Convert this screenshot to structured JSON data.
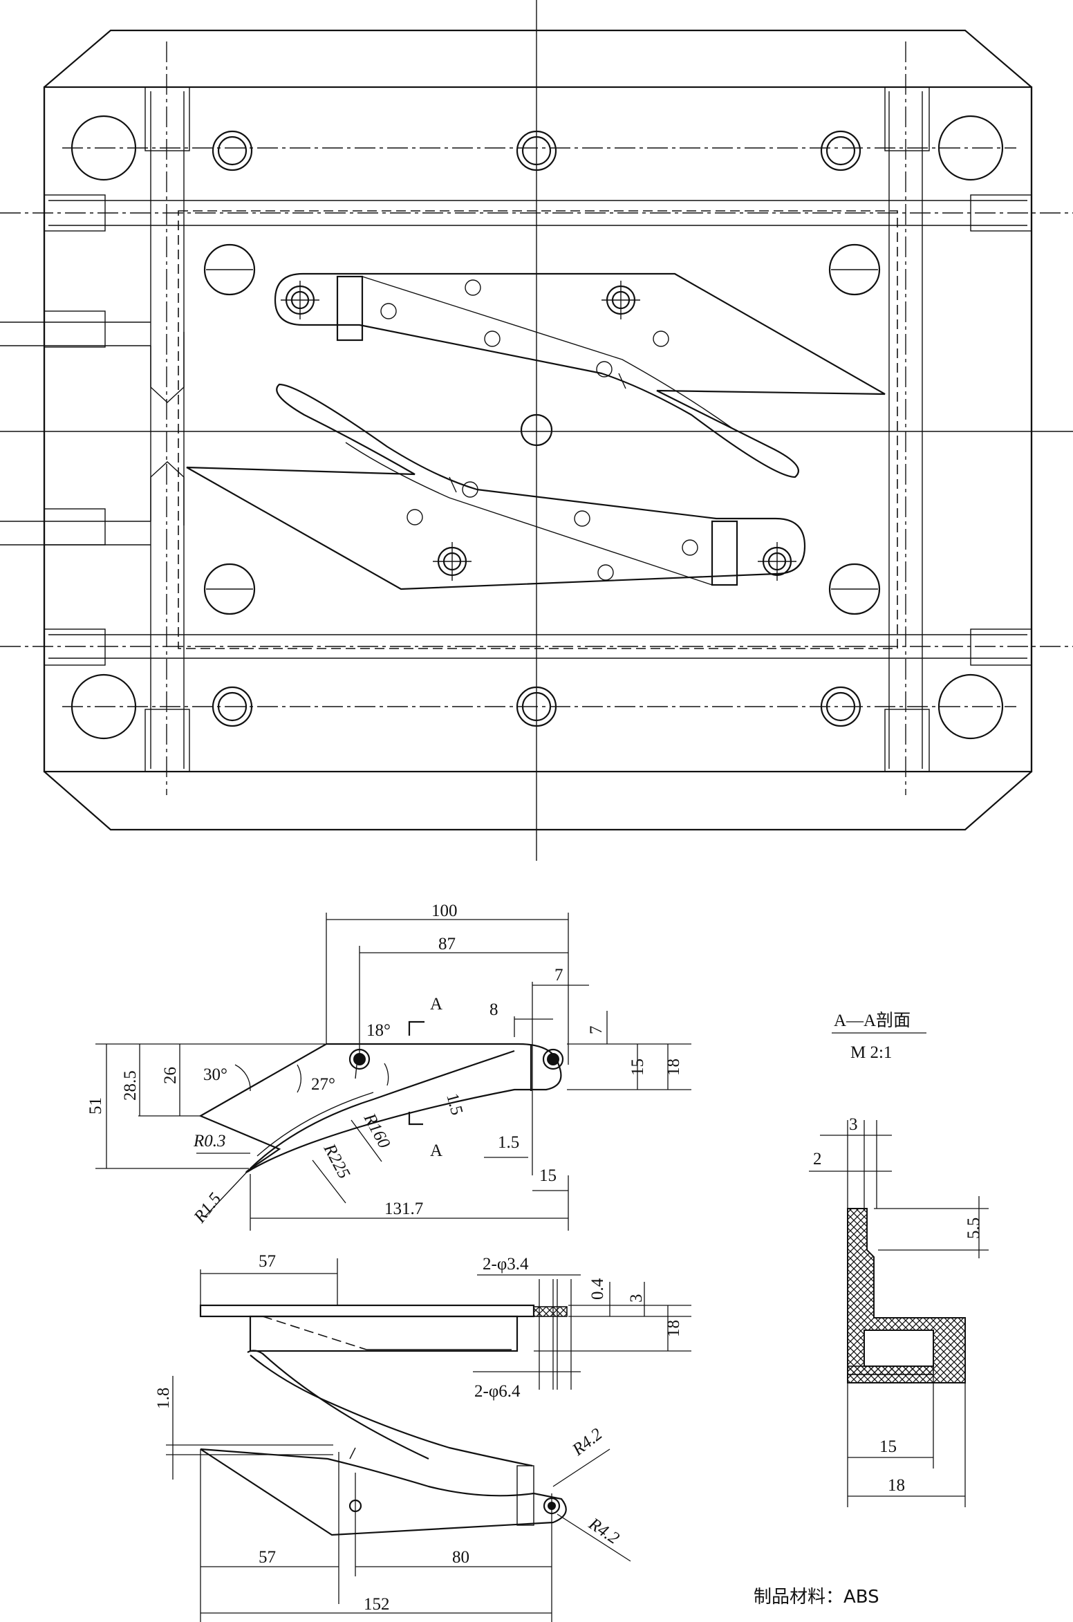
{
  "top_view": {
    "section_marker": "A"
  },
  "dimensions": {
    "d100": "100",
    "d87": "87",
    "d7a": "7",
    "d8": "8",
    "d7b": "7",
    "d15a": "15",
    "d18a": "18",
    "d51": "51",
    "d28_5": "28.5",
    "d26": "26",
    "a30": "30°",
    "a18": "18°",
    "a27": "27°",
    "r0_3": "R0.3",
    "r1_5": "R1.5",
    "r160": "R160",
    "r225": "R225",
    "d1_5a": "1.5",
    "d1_5b": "1.5",
    "d15b": "15",
    "d131_7": "131.7",
    "d57a": "57",
    "hole_small": "2-φ3.4",
    "d0_4": "0.4",
    "d3": "3",
    "d18b": "18",
    "hole_large": "2-φ6.4",
    "d1_8": "1.8",
    "r4_2a": "R4.2",
    "r4_2b": "R4.2",
    "d57b": "57",
    "d80": "80",
    "d152": "152"
  },
  "section_view": {
    "title": "A—A剖面",
    "scale": "M 2:1",
    "d3": "3",
    "d2": "2",
    "d5_5": "5.5",
    "d15": "15",
    "d18": "18"
  },
  "material_note": "制品材料：ABS"
}
